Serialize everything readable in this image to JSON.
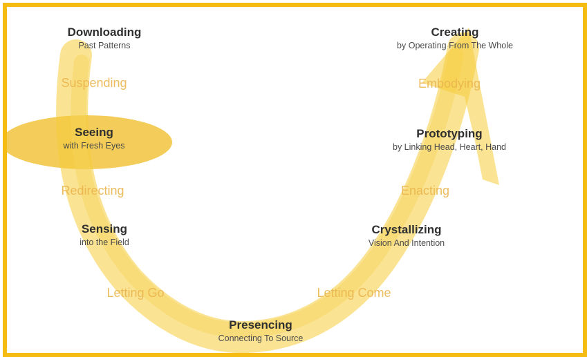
{
  "colors": {
    "frame": "#f5bd13",
    "curve": "#f6cc3a",
    "highlight": "#f1c33c",
    "title_text": "#2f2f2f",
    "sub_text": "#4a4a4a",
    "transition_text": "#eab54e"
  },
  "stages": {
    "downloading": {
      "title": "Downloading",
      "sub": "Past Patterns"
    },
    "seeing": {
      "title": "Seeing",
      "sub": "with Fresh Eyes"
    },
    "sensing": {
      "title": "Sensing",
      "sub": "into the Field"
    },
    "presencing": {
      "title": "Presencing",
      "sub": "Connecting To Source"
    },
    "crystallizing": {
      "title": "Crystallizing",
      "sub": "Vision And Intention"
    },
    "prototyping": {
      "title": "Prototyping",
      "sub": "by Linking Head, Heart, Hand"
    },
    "creating": {
      "title": "Creating",
      "sub": "by Operating From The Whole"
    }
  },
  "transitions": {
    "suspending": "Suspending",
    "redirecting": "Redirecting",
    "letting_go": "Letting Go",
    "letting_come": "Letting Come",
    "enacting": "Enacting",
    "embodying": "Embodying"
  }
}
